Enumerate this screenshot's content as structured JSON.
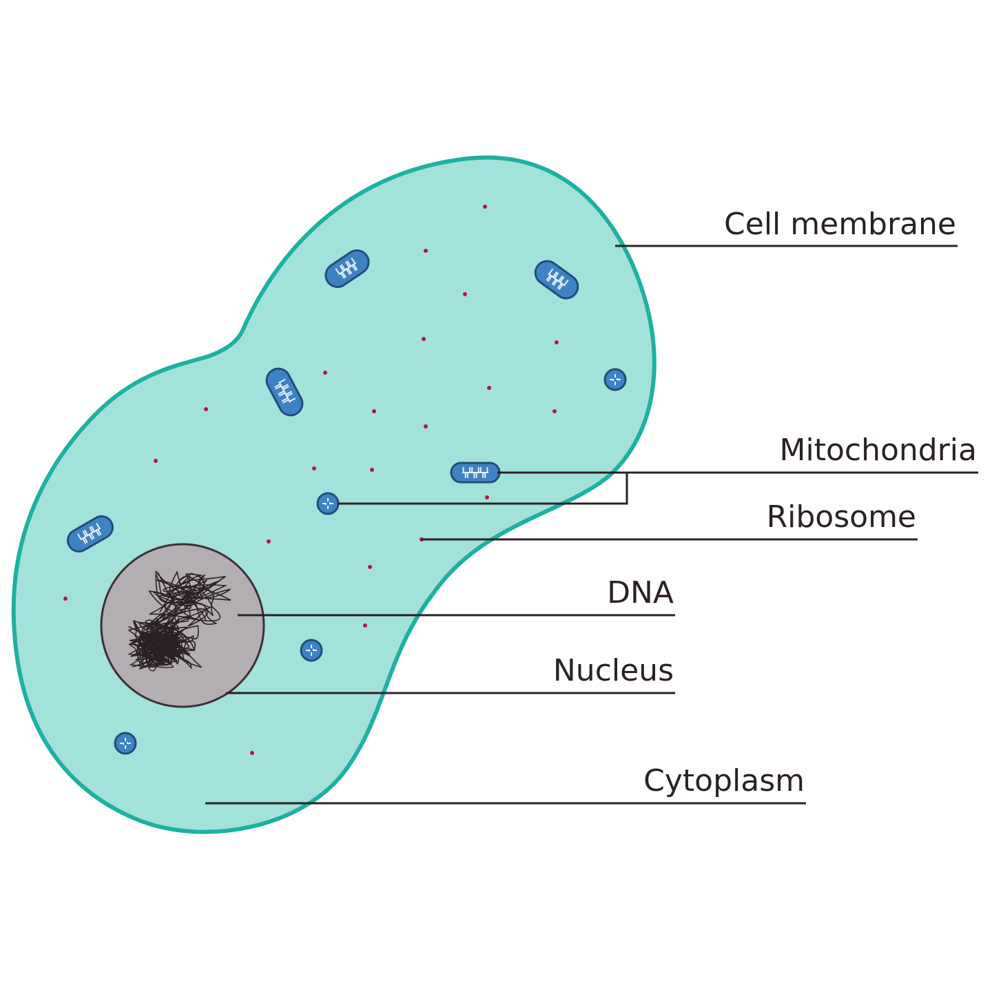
{
  "labels": {
    "cell_membrane": "Cell membrane",
    "mitochondria": "Mitochondria",
    "ribosome": "Ribosome",
    "dna": "DNA",
    "nucleus": "Nucleus",
    "cytoplasm": "Cytoplasm"
  },
  "colors": {
    "cytoplasm_fill": "#a3e1db",
    "membrane_stroke": "#1fb0a2",
    "organelle_fill": "#3f82c3",
    "organelle_stroke": "#234c7a",
    "ribosome_dot": "#b0173f",
    "nucleus_fill": "#b3aeb2",
    "nucleus_stroke": "#3b2f35",
    "dna_stroke": "#2b2024",
    "label_text": "#2b2024"
  }
}
